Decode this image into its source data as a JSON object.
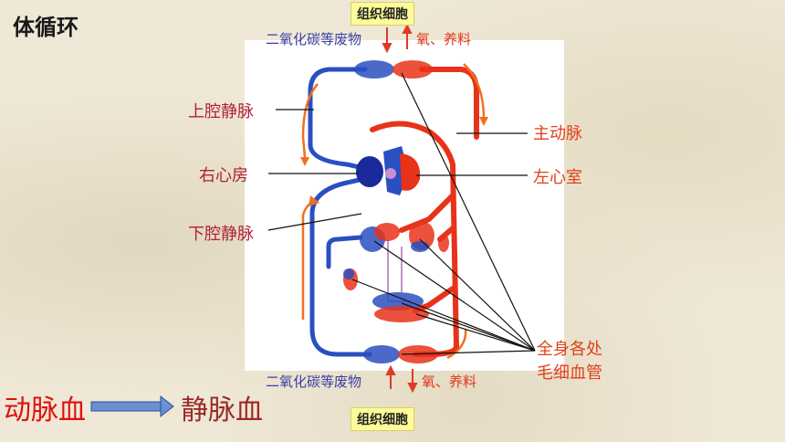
{
  "title": "体循环",
  "top": {
    "tissue": "组织细胞",
    "co2": "二氧化碳等废物",
    "o2": "氧、养料"
  },
  "bottom": {
    "tissue": "组织细胞",
    "co2": "二氧化碳等废物",
    "o2": "氧、养料"
  },
  "labels": {
    "superior_vena_cava": "上腔静脉",
    "right_atrium": "右心房",
    "inferior_vena_cava": "下腔静脉",
    "aorta": "主动脉",
    "left_ventricle": "左心室",
    "capillaries_line1": "全身各处",
    "capillaries_line2": "毛细血管"
  },
  "conversion": {
    "from": "动脉血",
    "to": "静脉血"
  },
  "colors": {
    "arterial": "#e8321a",
    "venous": "#2a4fc0",
    "arrow": "#f07020",
    "label": "#b0203a"
  }
}
